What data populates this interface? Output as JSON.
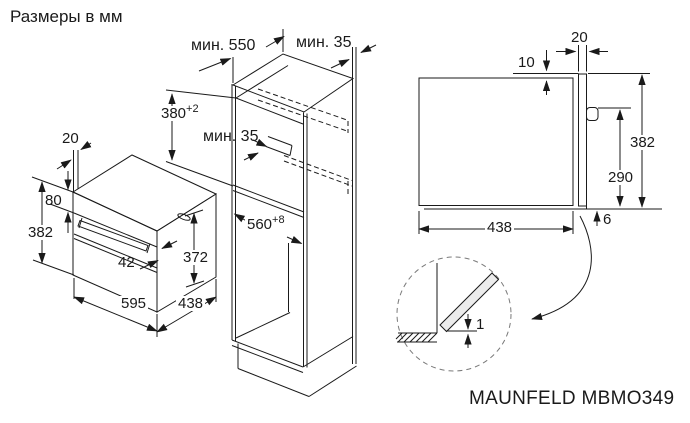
{
  "title": "Размеры в мм",
  "model_label": "MAUNFELD MBMO349",
  "oven_front_view": {
    "door_frame_width": "20",
    "control_panel_height": "80",
    "total_height": "382",
    "handle_offset": "42",
    "door_height": "372",
    "width": "595",
    "depth": "438"
  },
  "cabinet_view": {
    "min_top_depth": "мин. 550",
    "min_back_clearance": "мин. 35",
    "niche_height": "380",
    "niche_height_tolerance": "+2",
    "min_shelf_clearance": "мин. 35",
    "niche_width": "560",
    "niche_width_tolerance": "+8"
  },
  "side_view": {
    "door_thickness": "20",
    "door_top_overhang": "10",
    "total_height": "382",
    "latch_height": "290",
    "bottom_clearance": "6",
    "body_depth": "438"
  },
  "detail_view": {
    "door_bottom_gap": "1"
  }
}
